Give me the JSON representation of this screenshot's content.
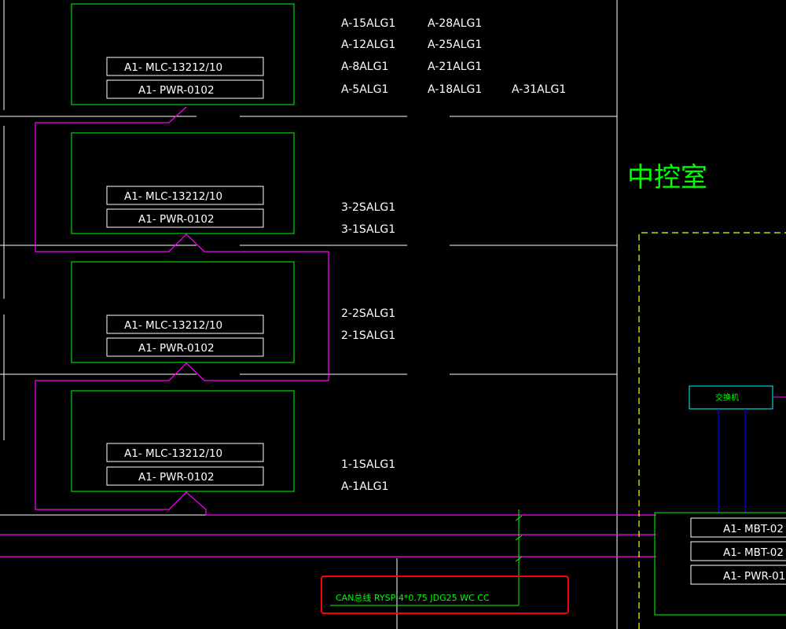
{
  "panels": [
    {
      "mlc": "A1- MLC-13212/10",
      "pwr": "A1- PWR-0102"
    },
    {
      "mlc": "A1- MLC-13212/10",
      "pwr": "A1- PWR-0102"
    },
    {
      "mlc": "A1- MLC-13212/10",
      "pwr": "A1- PWR-0102"
    },
    {
      "mlc": "A1- MLC-13212/10",
      "pwr": "A1- PWR-0102"
    }
  ],
  "labels_top": {
    "col1": [
      "A-15ALG1",
      "A-12ALG1",
      "A-8ALG1",
      "A-5ALG1"
    ],
    "col2": [
      "A-28ALG1",
      "A-25ALG1",
      "A-21ALG1",
      "A-18ALG1"
    ],
    "col3": [
      "A-31ALG1"
    ]
  },
  "labels_floor3": [
    "3-2SALG1",
    "3-1SALG1"
  ],
  "labels_floor2": [
    "2-2SALG1",
    "2-1SALG1"
  ],
  "labels_floor1": [
    "1-1SALG1",
    "A-1ALG1"
  ],
  "room_label": "中控室",
  "switch_label": "交换机",
  "right_boxes": [
    "A1- MBT-02",
    "A1- MBT-02",
    "A1- PWR-01"
  ],
  "cable_label": "CAN总线 RYSP-4*0.75 JDG25 WC CC",
  "colors": {
    "panel_border": "#00ff00",
    "wire": "#ff00ff",
    "room": "#00ff00",
    "dashed": "#ffff00",
    "switch_border": "#00ffff",
    "blue_wire": "#0000ff",
    "highlight": "#ff0000"
  }
}
